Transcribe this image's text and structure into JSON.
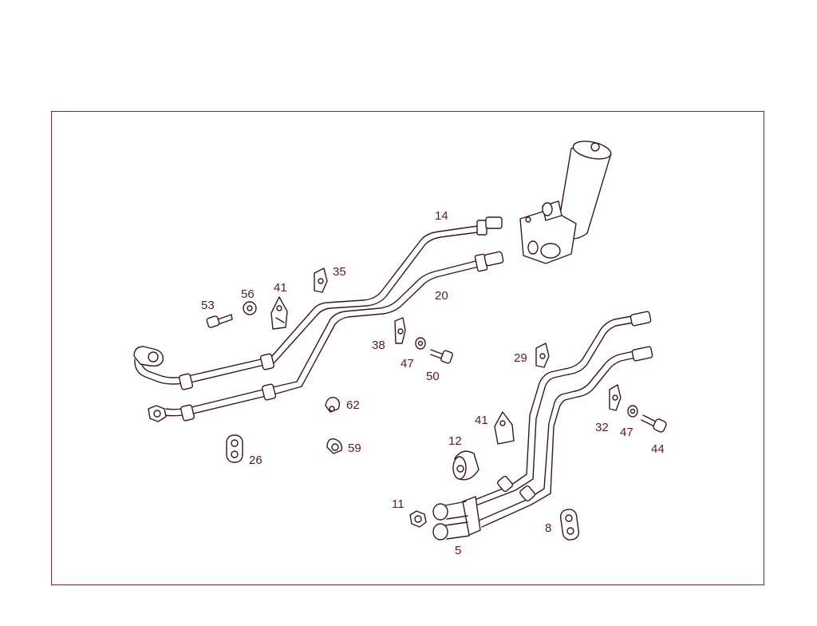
{
  "diagram": {
    "line_color": "#3a1520",
    "label_color": "#5a1a28",
    "frame_color": "#6b2a3a",
    "labels": {
      "l14": "14",
      "l20": "20",
      "l35": "35",
      "l41a": "41",
      "l56": "56",
      "l53": "53",
      "l38": "38",
      "l47a": "47",
      "l50": "50",
      "l62": "62",
      "l59": "59",
      "l26": "26",
      "l29": "29",
      "l41b": "41",
      "l12": "12",
      "l32": "32",
      "l47b": "47",
      "l44": "44",
      "l11": "11",
      "l5": "5",
      "l8": "8"
    }
  }
}
